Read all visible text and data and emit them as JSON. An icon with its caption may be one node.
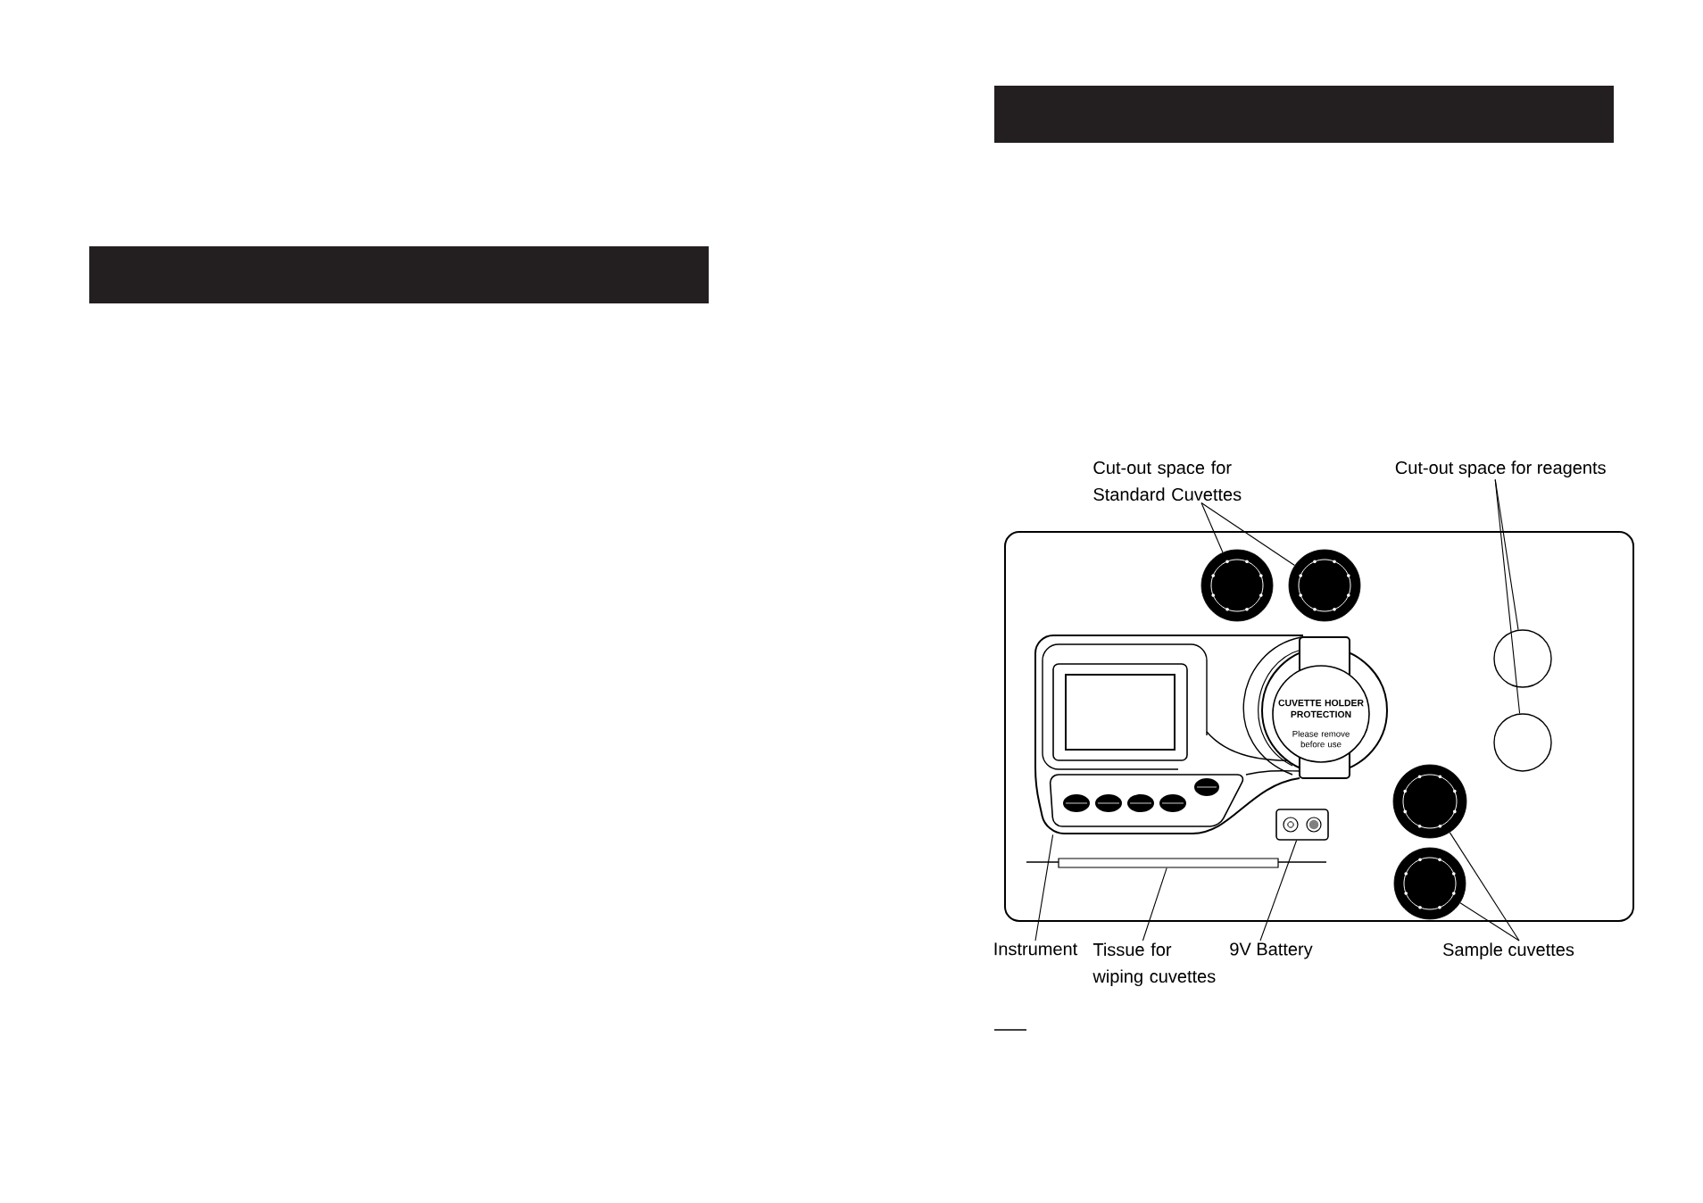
{
  "diagram": {
    "nodes": [
      {
        "text": [
          "Cut-out space for Standard Cuvettes"
        ]
      },
      {
        "text": [
          "Cut-out space for reagents"
        ]
      },
      {
        "text": [],
        "shape": "circle"
      },
      {
        "text": [],
        "shape": "circle"
      },
      {
        "text": [],
        "shape": "circle"
      },
      {
        "text": [],
        "shape": "circle"
      },
      {
        "text": [],
        "shape": "picture"
      },
      {
        "text": [],
        "shape": "bar"
      },
      {
        "text": [],
        "shape": "box"
      },
      {
        "text": [],
        "shape": "circle"
      },
      {
        "text": [],
        "shape": "circle"
      },
      {
        "text": [
          "Instrument"
        ]
      },
      {
        "text": [
          "Tissue for wiping cuvettes"
        ]
      },
      {
        "text": [
          "9V Battery"
        ]
      },
      {
        "text": [
          "Sample cuvettes"
        ]
      }
    ],
    "edges": [
      {
        "from": 0,
        "to": 2,
        "arrow": "none"
      },
      {
        "from": 0,
        "to": 3,
        "arrow": "none"
      },
      {
        "from": 1,
        "to": 4,
        "arrow": "none"
      },
      {
        "from": 1,
        "to": 5,
        "arrow": "none"
      },
      {
        "from": 11,
        "to": 6,
        "arrow": "none"
      },
      {
        "from": 12,
        "to": 7,
        "arrow": "none"
      },
      {
        "from": 13,
        "to": 8,
        "arrow": "none"
      },
      {
        "from": 14,
        "to": 9,
        "arrow": "none"
      },
      {
        "from": 14,
        "to": 10,
        "arrow": "none"
      }
    ],
    "labels": [
      "CUVETTE HOLDER PROTECTION",
      "Please remove before use"
    ]
  }
}
